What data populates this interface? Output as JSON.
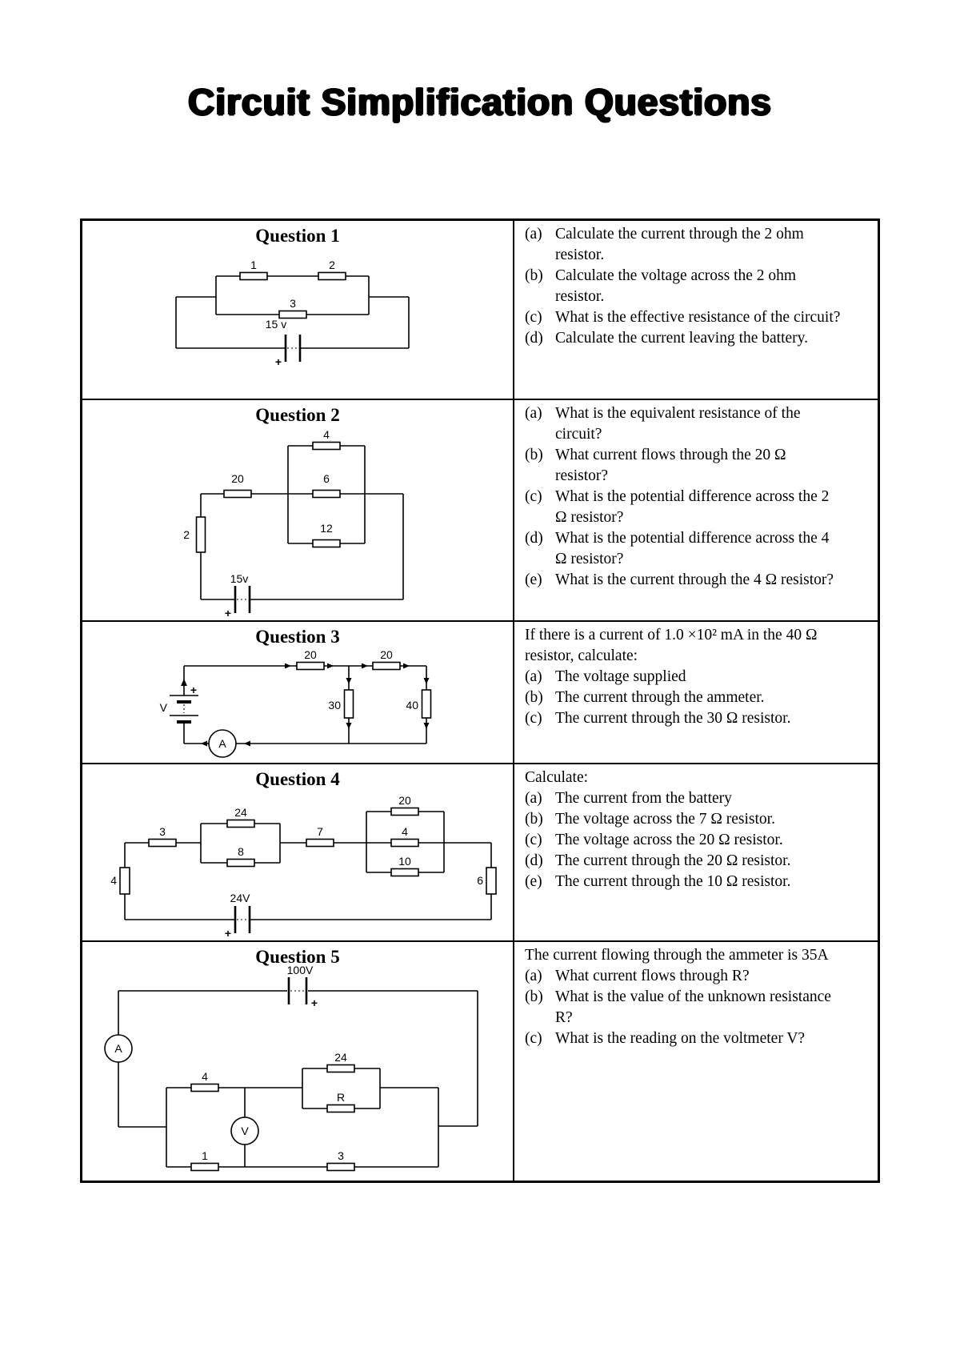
{
  "title": "Circuit Simplification Questions",
  "rows": [
    {
      "heading": "Question 1",
      "circuit": {
        "r1": "1",
        "r2": "2",
        "r3": "3",
        "voltage": "15 v",
        "plus": "+"
      },
      "items": [
        {
          "label": "(a)",
          "text": "Calculate the current through the 2 ohm resistor."
        },
        {
          "label": "(b)",
          "text": "Calculate the voltage across the 2 ohm resistor."
        },
        {
          "label": "(c)",
          "text": "What is the effective resistance of the circuit?"
        },
        {
          "label": "(d)",
          "text": "Calculate the current leaving the battery."
        }
      ]
    },
    {
      "heading": "Question 2",
      "circuit": {
        "r20": "20",
        "r2": "2",
        "r4": "4",
        "r6": "6",
        "r12": "12",
        "voltage": "15v",
        "plus": "+"
      },
      "items": [
        {
          "label": "(a)",
          "text": "What is the equivalent resistance of the circuit?"
        },
        {
          "label": "(b)",
          "text": "What current flows through the 20 Ω resistor?"
        },
        {
          "label": "(c)",
          "text": "What is the potential difference across the 2 Ω resistor?"
        },
        {
          "label": "(d)",
          "text": "What is the potential difference across the 4 Ω resistor?"
        },
        {
          "label": "(e)",
          "text": "What is the current through the 4 Ω resistor?"
        }
      ]
    },
    {
      "heading": "Question 3",
      "intro": "If there is a current of 1.0 ×10² mA in the 40 Ω resistor, calculate:",
      "circuit": {
        "r20a": "20",
        "r20b": "20",
        "r30": "30",
        "r40": "40",
        "source": "V",
        "ammeter": "A",
        "plus": "+"
      },
      "items": [
        {
          "label": "(a)",
          "text": "The voltage supplied"
        },
        {
          "label": "(b)",
          "text": "The current through the ammeter."
        },
        {
          "label": "(c)",
          "text": "The current through the 30 Ω resistor."
        }
      ]
    },
    {
      "heading": "Question 4",
      "intro": "Calculate:",
      "circuit": {
        "r4_left": "4",
        "r3": "3",
        "r24": "24",
        "r8": "8",
        "r7": "7",
        "r20": "20",
        "r4_mid": "4",
        "r10": "10",
        "r6": "6",
        "voltage": "24V",
        "plus": "+"
      },
      "items": [
        {
          "label": "(a)",
          "text": "The current from the battery"
        },
        {
          "label": "(b)",
          "text": "The voltage across the 7 Ω resistor."
        },
        {
          "label": "(c)",
          "text": "The voltage across the 20 Ω resistor."
        },
        {
          "label": "(d)",
          "text": "The current through the 20 Ω resistor."
        },
        {
          "label": "(e)",
          "text": "The current through the 10 Ω resistor."
        }
      ]
    },
    {
      "heading": "Question 5",
      "intro": "The current flowing through the ammeter is 35A",
      "circuit": {
        "voltage": "100V",
        "plus": "+",
        "ammeter": "A",
        "r4": "4",
        "r24": "24",
        "r_unknown": "R",
        "voltmeter": "V",
        "r1": "1",
        "r3": "3"
      },
      "items": [
        {
          "label": "(a)",
          "text": "What current flows through R?"
        },
        {
          "label": "(b)",
          "text": "What is the value of the unknown resistance R?"
        },
        {
          "label": "(c)",
          "text": "What is the reading on the voltmeter V?"
        }
      ]
    }
  ]
}
